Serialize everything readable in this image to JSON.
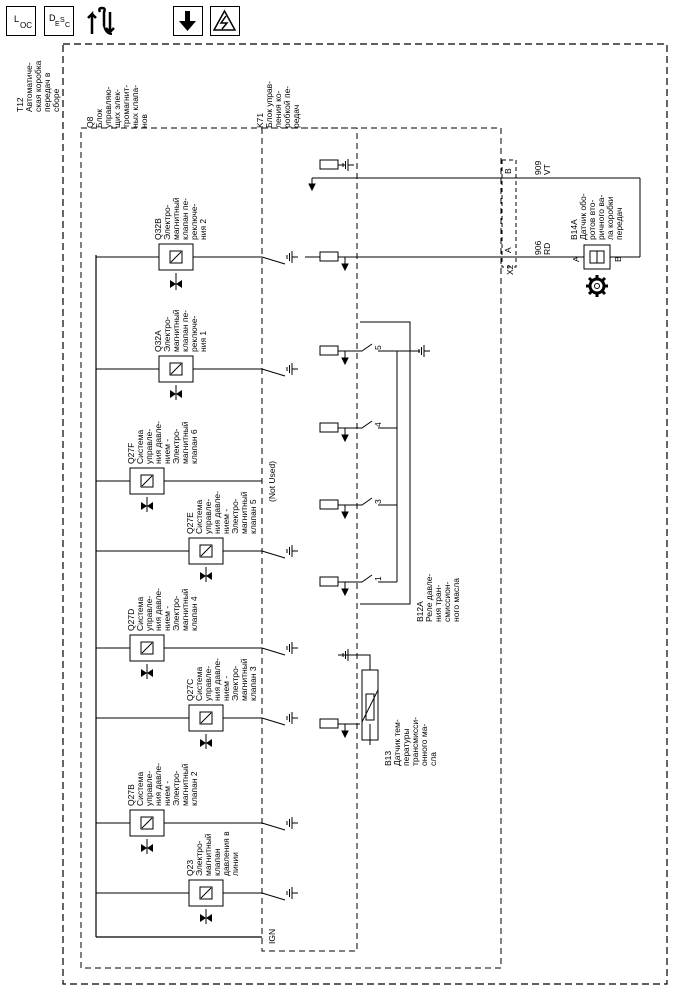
{
  "toolbar": {
    "loc_button": {
      "main": "L",
      "sub": "OC"
    },
    "desc_button": {
      "main": "D",
      "sub": "E",
      "sub2": "S",
      "sub3": "C"
    },
    "icons": [
      "connector-pinout-icon",
      "arrow-down-icon",
      "power-warning-icon"
    ]
  },
  "diagram": {
    "outer_label": "T12\nАвтоматиче-\nская коробка\nпередач в\nсборе",
    "q8_label": "Q8\nБлок\nуправляю-\nщих элек-\nтромагнит-\nных клапа-\nнов",
    "k71_label": "K71\nБлок управ-\nления ко-\nробкой пе-\nредач",
    "valves": [
      {
        "id": "Q32B",
        "text": "Q32B\nЭлектро-\nмагнитный\nклапан пе-\nреключе-\nния 2"
      },
      {
        "id": "Q32A",
        "text": "Q32A\nЭлектро-\nмагнитный\nклапан пе-\nреключе-\nния 1"
      },
      {
        "id": "Q27F",
        "text": "Q27F\nСистема\nуправле-\nния давле-\nнием -\nЭлектро-\nмагнитный\nклапан 6"
      },
      {
        "id": "Q27E",
        "text": "Q27E\nСистема\nуправле-\nния давле-\nнием -\nЭлектро-\nмагнитный\nклапан 5"
      },
      {
        "id": "Q27D",
        "text": "Q27D\nСистема\nуправле-\nния давле-\nнием -\nЭлектро-\nмагнитный\nклапан 4"
      },
      {
        "id": "Q27C",
        "text": "Q27C\nСистема\nуправле-\nния давле-\nнием -\nЭлектро-\nмагнитный\nклапан 3"
      },
      {
        "id": "Q27B",
        "text": "Q27B\nСистема\nуправле-\nния давле-\nнием -\nЭлектро-\nмагнитный\nклапан 2"
      },
      {
        "id": "Q23",
        "text": "Q23\nЭлектро-\nмагнитный\nклапан\nдавления в\nлинии"
      }
    ],
    "not_used": "(Not Used)",
    "ign": "IGN",
    "b12a": "B12A\nРеле давле-\nния тран-\nсмиссион-\nного масла",
    "b13": "B13\nДатчик тем-\nпературы\nтрансмисси-\nонного ма-\nсла",
    "b14a": "B14A\nДатчик обо-\nротов вто-\nричного ва-\nла коробки\nпередач",
    "wire_909": "909\nVT",
    "wire_906": "906\nRD",
    "pin_b": "B",
    "pin_a": "A",
    "x2": "X2",
    "switch_nums": [
      "5",
      "4",
      "3",
      "1"
    ],
    "b14a_pin_a": "A",
    "b14a_pin_b": "B"
  }
}
